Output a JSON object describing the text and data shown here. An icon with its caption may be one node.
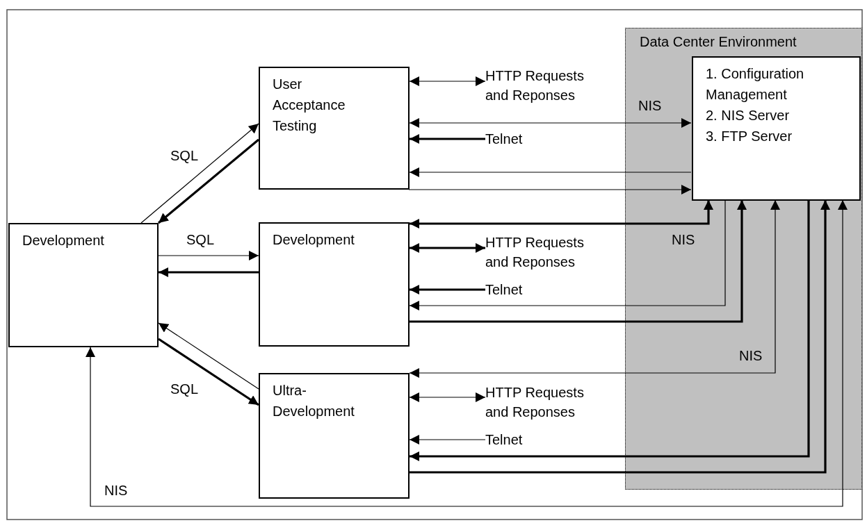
{
  "diagram": {
    "nodes": [
      {
        "text": [
          "Development"
        ]
      },
      {
        "text": [
          "User Acceptance Testing"
        ]
      },
      {
        "text": [
          "Development"
        ]
      },
      {
        "text": [
          "Ultra- Development"
        ]
      },
      {
        "text": [
          "Data Center Environment"
        ]
      },
      {
        "text": [
          "1. Configuration Management",
          "2. NIS Server",
          "3. FTP Server"
        ],
        "in": 4
      },
      {
        "text": [
          "HTTP Requests and Reponses"
        ]
      },
      {
        "text": [
          "Telnet"
        ]
      },
      {
        "text": [
          "HTTP Requests and Reponses"
        ]
      },
      {
        "text": [
          "Telnet"
        ]
      },
      {
        "text": [
          "HTTP Requests and Reponses"
        ]
      },
      {
        "text": [
          "Telnet"
        ]
      }
    ],
    "edges": [
      {
        "from": 0,
        "to": 1,
        "arrow": "to",
        "label": "SQL"
      },
      {
        "from": 1,
        "to": 0,
        "arrow": "to",
        "style": "thick"
      },
      {
        "from": 0,
        "to": 2,
        "arrow": "to",
        "label": "SQL"
      },
      {
        "from": 2,
        "to": 0,
        "arrow": "to",
        "style": "thick"
      },
      {
        "from": 3,
        "to": 0,
        "arrow": "to"
      },
      {
        "from": 0,
        "to": 3,
        "arrow": "to",
        "label": "SQL",
        "style": "thick"
      },
      {
        "from": 1,
        "to": 6,
        "arrow": "both"
      },
      {
        "from": 7,
        "to": 1,
        "arrow": "to",
        "style": "thick"
      },
      {
        "from": 1,
        "to": 5,
        "arrow": "both",
        "label": "NIS"
      },
      {
        "from": 5,
        "to": 1,
        "arrow": "to"
      },
      {
        "from": 1,
        "to": 5,
        "arrow": "to"
      },
      {
        "from": 2,
        "to": 5,
        "arrow": "both",
        "label": "NIS",
        "style": "thick"
      },
      {
        "from": 2,
        "to": 8,
        "arrow": "both",
        "style": "thick"
      },
      {
        "from": 9,
        "to": 2,
        "arrow": "to",
        "style": "thick"
      },
      {
        "from": 5,
        "to": 2,
        "arrow": "to"
      },
      {
        "from": 2,
        "to": 5,
        "arrow": "to",
        "style": "thick"
      },
      {
        "from": 3,
        "to": 5,
        "arrow": "both",
        "label": "NIS"
      },
      {
        "from": 3,
        "to": 10,
        "arrow": "both"
      },
      {
        "from": 11,
        "to": 3,
        "arrow": "to"
      },
      {
        "from": 5,
        "to": 3,
        "arrow": "to",
        "style": "thick"
      },
      {
        "from": 3,
        "to": 5,
        "arrow": "to",
        "style": "thick"
      },
      {
        "from": 0,
        "to": 5,
        "arrow": "both",
        "label": "NIS"
      }
    ]
  }
}
